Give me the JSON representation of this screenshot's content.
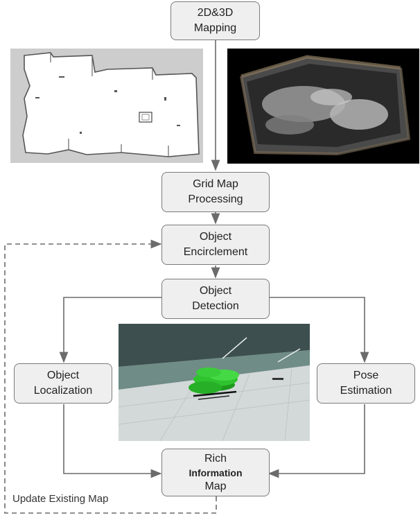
{
  "nodes": {
    "mapping": [
      "2D&3D",
      "Mapping"
    ],
    "grid": [
      "Grid Map",
      "Processing"
    ],
    "encircle": [
      "Object",
      "Encirclement"
    ],
    "detect": [
      "Object",
      "Detection"
    ],
    "localize": [
      "Object",
      "Localization"
    ],
    "pose": [
      "Pose",
      "Estimation"
    ],
    "rich": [
      "Rich",
      "Information",
      "Map"
    ]
  },
  "feedback_label": "Update Existing Map",
  "colors": {
    "box_fill": "#efefef",
    "box_border": "#7a7a7a",
    "arrow": "#6b6b6b",
    "object_green": "#2fc42f"
  },
  "images": [
    "2d-occupancy-grid-map",
    "3d-point-cloud-map",
    "object-detection-scene"
  ]
}
